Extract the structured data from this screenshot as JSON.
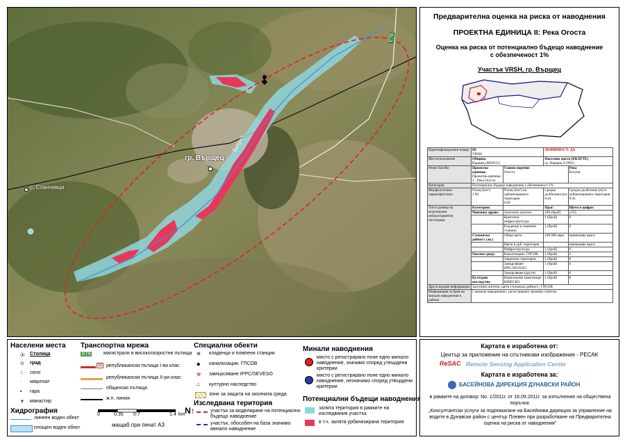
{
  "map": {
    "town_label": "гр. Върщец",
    "village_label": "с. Спанчевци",
    "river_label": "Ботуня",
    "road_label": "Е79"
  },
  "info": {
    "title": "Предварителна оценка на риска от наводнения",
    "unit": "ПРОЕКТНА ЕДИНИЦА II: Река Огоста",
    "subtitle_line1": "Оценка на риска от потенциално бъдещо наводнение",
    "subtitle_line2": "с обезпеченост 1%",
    "section": "Участък VRSH, гр. Върщец"
  },
  "facts": {
    "id_label": "Идентификационен номер",
    "id_head": "ID",
    "id_value": "VRSH",
    "significance": "ЗНАЧИМОСТ: ДА",
    "location_label": "Местоположение",
    "municipality_head": "Община",
    "municipality": "Върщец (MON12)",
    "settlement_head": "Населено място (ЕКАТТЕ)",
    "settlement": "гр. Върщец (12961)",
    "basin_label": "Речен басейн",
    "unit_head": "Проектна единица",
    "unit_value": "Проектна единица 2 - Река Огоста",
    "main_river_head": "Главно поречие",
    "main_river": "Огоста",
    "river_head": "Река",
    "river": "Ботуня",
    "category_label": "Категория",
    "category": "Потенциално бъдещо наводнение с обезпеченост 1%",
    "morph_label": "Морфологични характеристики",
    "area_head": "Площ (km²)",
    "area": "1.90",
    "urban_head": "Площ (km²) на урбанизираната територия",
    "urban": "0.69",
    "depth_head": "Средна дълбочина (m)",
    "depth": "0.44",
    "urban_depth_head": "Средна дълбочина (m) в урбанизираната територия",
    "urban_depth": "0.45",
    "impact_label": "Тип и размер на моделирани неблагоприятни последици",
    "cat_head": "Категория:",
    "threshold_head": "Праг:",
    "numbers_head": "Щети в цифри:",
    "rows": [
      {
        "group": "Човешко здраве",
        "item": "Засегнати жители",
        "threshold": "100 (брой)",
        "value": "1235"
      },
      {
        "group": "",
        "item": "Критична инфраструктура",
        "threshold": "1 (брой)",
        "value": "0"
      },
      {
        "group": "",
        "item": "Кладенци и помпени станции",
        "threshold": "1 (брой)",
        "value": "0"
      },
      {
        "group": "Стопанска дейност (лв.)",
        "item": "Общи щети",
        "threshold": "100 000 евро",
        "value": "превишава прага"
      },
      {
        "group": "",
        "item": "Щети в урб. територия",
        "threshold": "",
        "value": "превишава прага"
      },
      {
        "group": "",
        "item": "Инфраструктура",
        "threshold": "1 (брой)",
        "value": "0"
      },
      {
        "group": "Околна среда",
        "item": "Канализации, ГПСОВ",
        "threshold": "1 (брой)",
        "value": "2"
      },
      {
        "group": "",
        "item": "Защитени територии",
        "threshold": "1 (брой)",
        "value": "0"
      },
      {
        "group": "",
        "item": "Замърсяване IPPC/SEVESO",
        "threshold": "1 (брой)",
        "value": "0"
      },
      {
        "group": "",
        "item": "Замърсяване (други)",
        "threshold": "1 (брой)",
        "value": "0"
      },
      {
        "group": "Културно наследство",
        "item": "Национални паметници/ЮНЕСКО",
        "threshold": "1 (брой)",
        "value": "0"
      }
    ],
    "other_label": "Други видове информация",
    "other": "Засегнати жители; щети стопанска дейност; ГПСОВ",
    "past_label": "Информация за броя на минали наводнения в района",
    "past": "5 минали наводнения с регистрирано значими събития"
  },
  "legend": {
    "settlements": {
      "title": "Населени места",
      "items": [
        "Столица",
        "град",
        "село",
        "квартал",
        "гара",
        "манастир"
      ]
    },
    "hydro": {
      "title": "Хидрография",
      "items": [
        "линеен воден обект",
        "площен воден обект"
      ]
    },
    "transport": {
      "title": "Транспортна мрежа",
      "items": [
        "магистрали и високоскоростни пътища",
        "републикански пътища I-ви клас",
        "републикански пътища II-ри клас",
        "общински пътища",
        "ж.п. линия"
      ],
      "road_badge1": "Е79",
      "road_badge2": "11"
    },
    "scale": {
      "ticks": [
        "0",
        "0.35",
        "0.7",
        "",
        "1.4"
      ],
      "unit": "km",
      "caption": "мащаб при печат А3"
    },
    "special": {
      "title": "Специални обекти",
      "items": [
        "кладенци и помпени станции",
        "канализации, ГПСОВ",
        "замърсяване IPPC/SEVESO",
        "културно наследство",
        "зони за защита на околната среда"
      ]
    },
    "study": {
      "title": "Изследвана територия",
      "items": [
        "участък за моделиране на потенциално бъдещо наводнение",
        "участък, обособен на база значимо минало наводнение"
      ]
    },
    "past": {
      "title": "Минали наводнения",
      "items": [
        "място с регистрирано поне едно минало наводнение, значимо според утвърдени критерии",
        "място с регистрирано поне едно минало наводнение, незначимо според утвърдени критерии"
      ]
    },
    "future": {
      "title": "Потенциални бъдещи наводнения",
      "items": [
        "залята територия в рамките на изследвания участък",
        "в т.ч. залята урбанизирана територия"
      ]
    }
  },
  "credits": {
    "made_by": "Картата е изработена от:",
    "center": "Център за приложение на спътникови изображения - РЕСАК",
    "resac_logo": "ReSAC",
    "resac_text": "Remote Sensing Application Center",
    "made_for": "Картата е изработена за:",
    "basin_logo": "БАСЕЙНОВА ДИРЕКЦИЯ ДУНАВСКИ РАЙОН",
    "contract": "в рамките на договор: No. 1/2011г. от 16.09.2011г. за изпълнение на обществена поръчка:",
    "project": "„Консултантски услуги за подпомагане на Басейнова дирекция за управление на водите в Дунавски район с център Плевен при разработване на Предварителна оценка на риска от наводнения\""
  },
  "colors": {
    "flood_area": "#8fd6dc",
    "urban_flood": "#e8385a",
    "study_boundary": "#e02020"
  }
}
